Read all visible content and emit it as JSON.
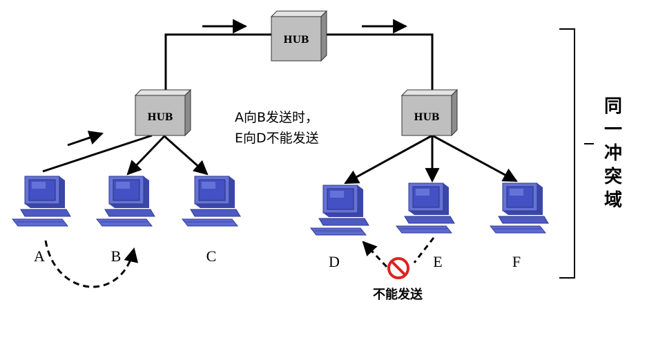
{
  "hubs": {
    "top": "HUB",
    "left": "HUB",
    "right": "HUB"
  },
  "computers": {
    "a": "A",
    "b": "B",
    "c": "C",
    "d": "D",
    "e": "E",
    "f": "F"
  },
  "note": {
    "line1": "A向B发送时，",
    "line2": "E向D不能发送"
  },
  "blocked_label": "不能发送",
  "bracket_label": [
    "同",
    "一",
    "冲",
    "突",
    "域"
  ],
  "colors": {
    "hub_front": "#bfbfbf",
    "hub_top": "#e4e4e4",
    "hub_side": "#8c8c8c",
    "pc_body": "#5c6ad1",
    "pc_dark": "#2f3a8c",
    "no_sign": "#e02020"
  }
}
